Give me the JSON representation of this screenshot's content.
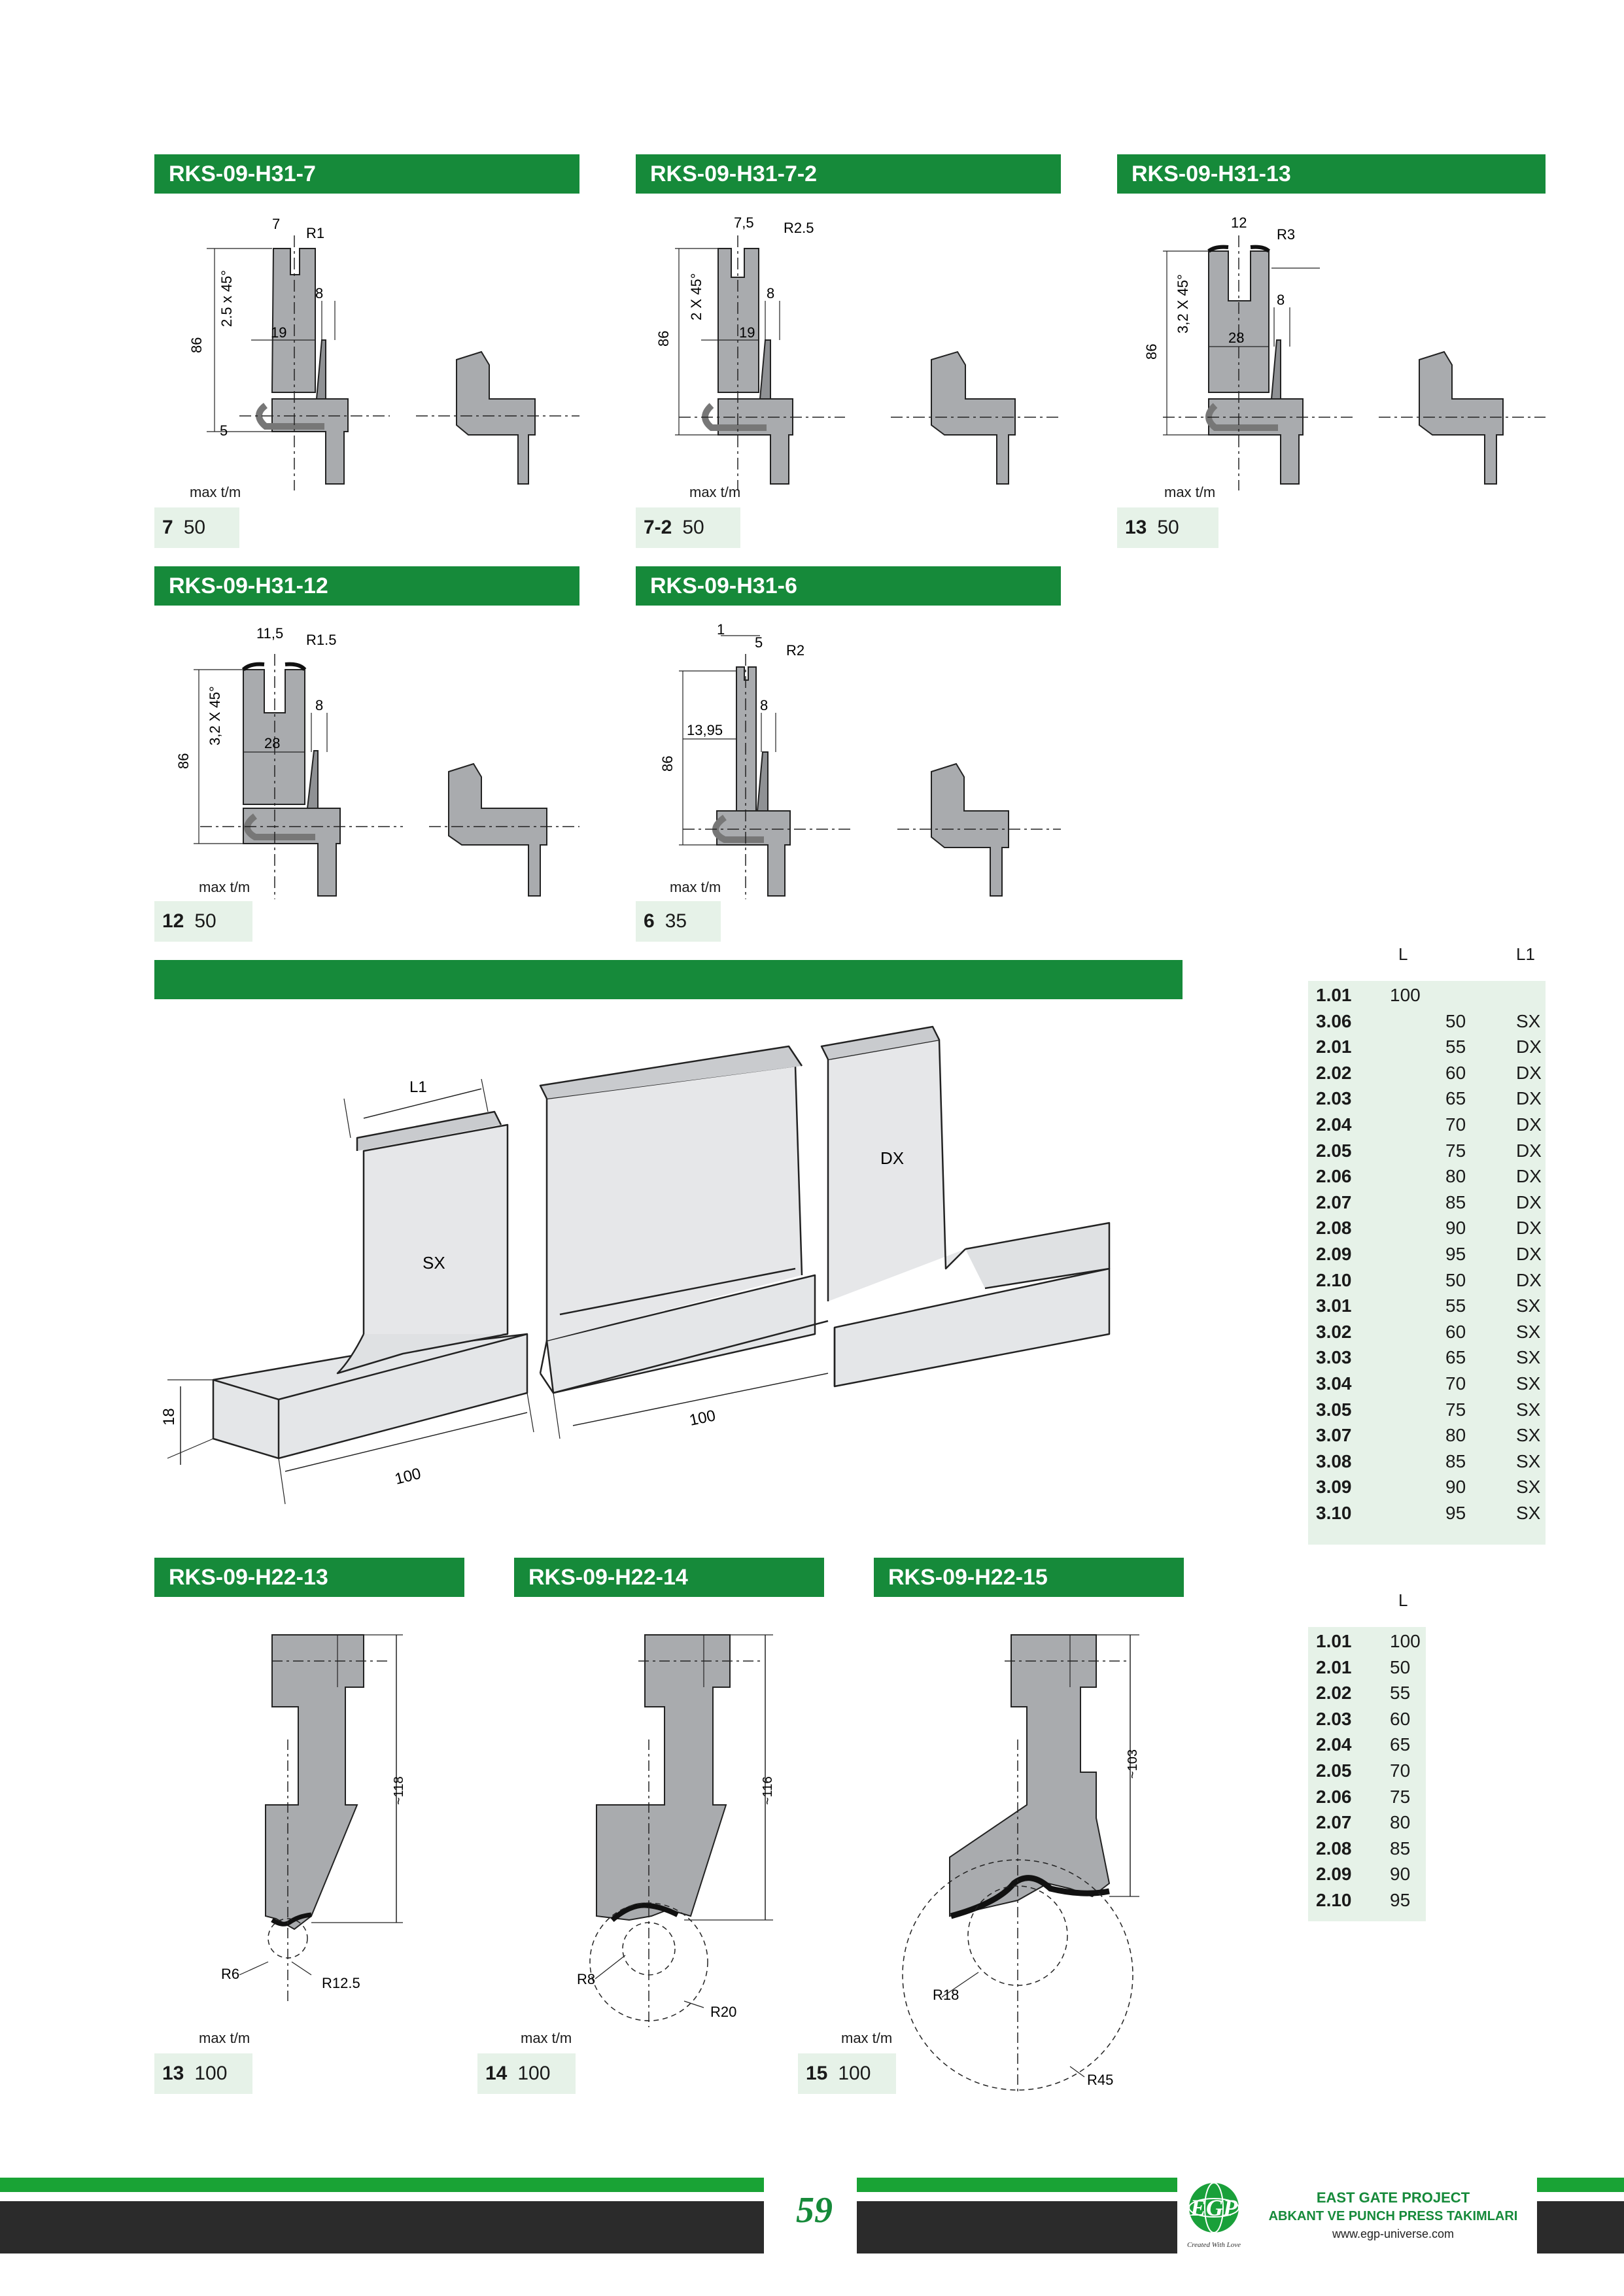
{
  "sections": {
    "h31_7": {
      "title": "RKS-09-H31-7",
      "max_label": "max t/m",
      "code": "7",
      "value": "50",
      "dims": {
        "w": "7",
        "r": "R1",
        "chamfer": "2.5 x 45°",
        "h": "86",
        "w2": "19",
        "w3": "8",
        "bottom": "5"
      }
    },
    "h31_7_2": {
      "title": "RKS-09-H31-7-2",
      "max_label": "max t/m",
      "code": "7-2",
      "value": "50",
      "dims": {
        "w": "7,5",
        "r": "R2.5",
        "chamfer": "2 X 45°",
        "h": "86",
        "w2": "19",
        "w3": "8"
      }
    },
    "h31_13": {
      "title": "RKS-09-H31-13",
      "max_label": "max t/m",
      "code": "13",
      "value": "50",
      "dims": {
        "w": "12",
        "r": "R3",
        "chamfer": "3,2 X 45°",
        "h": "86",
        "w2": "28",
        "w3": "8"
      }
    },
    "h31_12": {
      "title": "RKS-09-H31-12",
      "max_label": "max t/m",
      "code": "12",
      "value": "50",
      "dims": {
        "w": "11,5",
        "r": "R1.5",
        "chamfer": "3,2 X 45°",
        "h": "86",
        "w2": "28",
        "w3": "8"
      }
    },
    "h31_6": {
      "title": "RKS-09-H31-6",
      "max_label": "max t/m",
      "code": "6",
      "value": "35",
      "dims": {
        "w1": "1",
        "w": "5",
        "r": "R2",
        "w2": "13,95",
        "h": "86",
        "w3": "8"
      }
    },
    "h22_13": {
      "title": "RKS-09-H22-13",
      "max_label": "max t/m",
      "code": "13",
      "value": "100",
      "dims": {
        "h": "~118",
        "r1": "R6",
        "r2": "R12.5"
      }
    },
    "h22_14": {
      "title": "RKS-09-H22-14",
      "max_label": "max t/m",
      "code": "14",
      "value": "100",
      "dims": {
        "h": "~116",
        "r1": "R8",
        "r2": "R20"
      }
    },
    "h22_15": {
      "title": "RKS-09-H22-15",
      "max_label": "max t/m",
      "code": "15",
      "value": "100",
      "dims": {
        "h": "~103",
        "r1": "R18",
        "r2": "R45"
      }
    }
  },
  "iso": {
    "l1": "L1",
    "sx": "SX",
    "dx": "DX",
    "d100a": "100",
    "d100b": "100",
    "d18": "18"
  },
  "table1": {
    "head_l": "L",
    "head_l1": "L1",
    "rows": [
      [
        "1.01",
        "100",
        "",
        ""
      ],
      [
        "3.06",
        "",
        "50",
        "SX"
      ],
      [
        "2.01",
        "",
        "55",
        "DX"
      ],
      [
        "2.02",
        "",
        "60",
        "DX"
      ],
      [
        "2.03",
        "",
        "65",
        "DX"
      ],
      [
        "2.04",
        "",
        "70",
        "DX"
      ],
      [
        "2.05",
        "",
        "75",
        "DX"
      ],
      [
        "2.06",
        "",
        "80",
        "DX"
      ],
      [
        "2.07",
        "",
        "85",
        "DX"
      ],
      [
        "2.08",
        "",
        "90",
        "DX"
      ],
      [
        "2.09",
        "",
        "95",
        "DX"
      ],
      [
        "2.10",
        "",
        "50",
        "DX"
      ],
      [
        "3.01",
        "",
        "55",
        "SX"
      ],
      [
        "3.02",
        "",
        "60",
        "SX"
      ],
      [
        "3.03",
        "",
        "65",
        "SX"
      ],
      [
        "3.04",
        "",
        "70",
        "SX"
      ],
      [
        "3.05",
        "",
        "75",
        "SX"
      ],
      [
        "3.07",
        "",
        "80",
        "SX"
      ],
      [
        "3.08",
        "",
        "85",
        "SX"
      ],
      [
        "3.09",
        "",
        "90",
        "SX"
      ],
      [
        "3.10",
        "",
        "95",
        "SX"
      ]
    ]
  },
  "table2": {
    "head_l": "L",
    "rows": [
      [
        "1.01",
        "100"
      ],
      [
        "2.01",
        "50"
      ],
      [
        "2.02",
        "55"
      ],
      [
        "2.03",
        "60"
      ],
      [
        "2.04",
        "65"
      ],
      [
        "2.05",
        "70"
      ],
      [
        "2.06",
        "75"
      ],
      [
        "2.07",
        "80"
      ],
      [
        "2.08",
        "85"
      ],
      [
        "2.09",
        "90"
      ],
      [
        "2.10",
        "95"
      ]
    ]
  },
  "footer": {
    "page_number": "59",
    "logo_text": "EGP",
    "logo_tagline": "Created With Love",
    "company": "EAST GATE PROJECT",
    "subtitle": "ABKANT VE PUNCH PRESS TAKIMLARI",
    "url": "www.egp-universe.com"
  },
  "colors": {
    "green": "#168a3a",
    "light_green": "#e6f2e8",
    "dark": "#2a2a2a",
    "part_gray": "#a9abae"
  }
}
